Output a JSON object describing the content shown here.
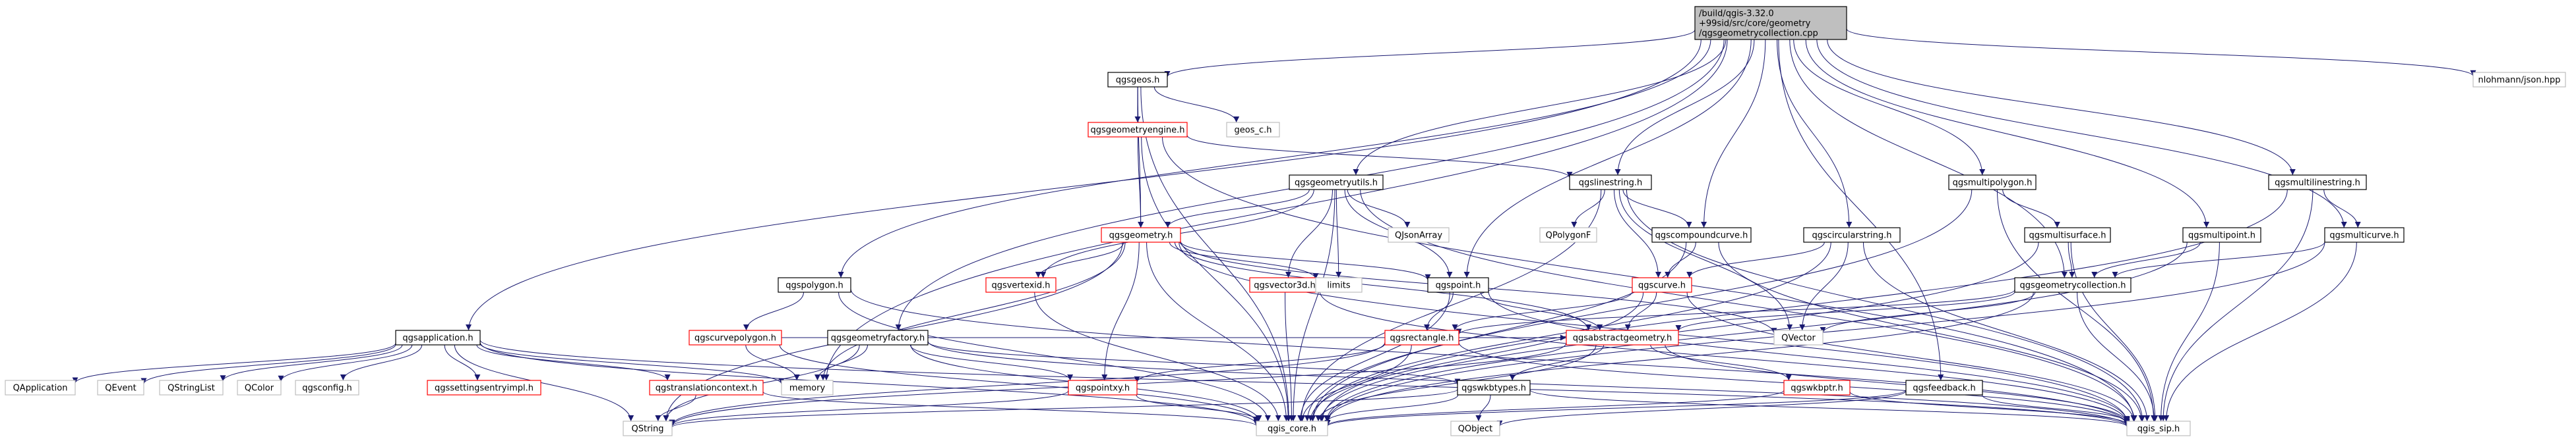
{
  "colors": {
    "edge": "#191970",
    "root_fill": "#bfbfbf",
    "link_border": "#000000",
    "missing_doc_border": "#ff0000",
    "external_border": "#bfbfbf"
  },
  "nodes": [
    {
      "id": "root",
      "lines": [
        "/build/qgis-3.32.0",
        "+99sid/src/core/geometry",
        "/qgsgeometrycollection.cpp"
      ],
      "style": "root"
    },
    {
      "id": "qgsgeos_h",
      "lines": [
        "qgsgeos.h"
      ],
      "style": "black"
    },
    {
      "id": "geos_c_h",
      "lines": [
        "geos_c.h"
      ],
      "style": "grey"
    },
    {
      "id": "qgsgeometryengine_h",
      "lines": [
        "qgsgeometryengine.h"
      ],
      "style": "red"
    },
    {
      "id": "qgsgeometryutils_h",
      "lines": [
        "qgsgeometryutils.h"
      ],
      "style": "black"
    },
    {
      "id": "qgslinestring_h",
      "lines": [
        "qgslinestring.h"
      ],
      "style": "black"
    },
    {
      "id": "qgsmultipolygon_h",
      "lines": [
        "qgsmultipolygon.h"
      ],
      "style": "black"
    },
    {
      "id": "qgsmultilinestring_h",
      "lines": [
        "qgsmultilinestring.h"
      ],
      "style": "black"
    },
    {
      "id": "nlohmann_json_hpp",
      "lines": [
        "nlohmann/json.hpp"
      ],
      "style": "grey"
    },
    {
      "id": "qjsonarray",
      "lines": [
        "QJsonArray"
      ],
      "style": "grey"
    },
    {
      "id": "qpolygonf",
      "lines": [
        "QPolygonF"
      ],
      "style": "grey"
    },
    {
      "id": "qgsgeometry_h",
      "lines": [
        "qgsgeometry.h"
      ],
      "style": "red"
    },
    {
      "id": "qgscompoundcurve_h",
      "lines": [
        "qgscompoundcurve.h"
      ],
      "style": "black"
    },
    {
      "id": "qgscircularstring_h",
      "lines": [
        "qgscircularstring.h"
      ],
      "style": "black"
    },
    {
      "id": "qgsmultisurface_h",
      "lines": [
        "qgsmultisurface.h"
      ],
      "style": "black"
    },
    {
      "id": "qgsmultipoint_h",
      "lines": [
        "qgsmultipoint.h"
      ],
      "style": "black"
    },
    {
      "id": "qgsmulticurve_h",
      "lines": [
        "qgsmulticurve.h"
      ],
      "style": "black"
    },
    {
      "id": "qgspolygon_h",
      "lines": [
        "qgspolygon.h"
      ],
      "style": "black"
    },
    {
      "id": "qgsvertexid_h",
      "lines": [
        "qgsvertexid.h"
      ],
      "style": "red"
    },
    {
      "id": "qgsvector3d_h",
      "lines": [
        "qgsvector3d.h"
      ],
      "style": "red"
    },
    {
      "id": "limits",
      "lines": [
        "limits"
      ],
      "style": "grey"
    },
    {
      "id": "qgspoint_h",
      "lines": [
        "qgspoint.h"
      ],
      "style": "black"
    },
    {
      "id": "qgscurve_h",
      "lines": [
        "qgscurve.h"
      ],
      "style": "red"
    },
    {
      "id": "qgsgeometrycollection_h",
      "lines": [
        "qgsgeometrycollection.h"
      ],
      "style": "black"
    },
    {
      "id": "qvector",
      "lines": [
        "QVector"
      ],
      "style": "grey"
    },
    {
      "id": "qgscurvepolygon_h",
      "lines": [
        "qgscurvepolygon.h"
      ],
      "style": "red"
    },
    {
      "id": "qgsgeometryfactory_h",
      "lines": [
        "qgsgeometryfactory.h"
      ],
      "style": "black"
    },
    {
      "id": "qgsrectangle_h",
      "lines": [
        "qgsrectangle.h"
      ],
      "style": "red"
    },
    {
      "id": "qgsabstractgeometry_h",
      "lines": [
        "qgsabstractgeometry.h"
      ],
      "style": "red"
    },
    {
      "id": "qgsapplication_h",
      "lines": [
        "qgsapplication.h"
      ],
      "style": "black"
    },
    {
      "id": "qapplication",
      "lines": [
        "QApplication"
      ],
      "style": "grey"
    },
    {
      "id": "qevent",
      "lines": [
        "QEvent"
      ],
      "style": "grey"
    },
    {
      "id": "qstringlist",
      "lines": [
        "QStringList"
      ],
      "style": "grey"
    },
    {
      "id": "qcolor",
      "lines": [
        "QColor"
      ],
      "style": "grey"
    },
    {
      "id": "qgsconfig_h",
      "lines": [
        "qgsconfig.h"
      ],
      "style": "grey"
    },
    {
      "id": "qgssettingsentryimpl_h",
      "lines": [
        "qgssettingsentryimpl.h"
      ],
      "style": "red"
    },
    {
      "id": "qgstranslationcontext_h",
      "lines": [
        "qgstranslationcontext.h"
      ],
      "style": "red"
    },
    {
      "id": "memory",
      "lines": [
        "memory"
      ],
      "style": "grey"
    },
    {
      "id": "qgspointxy_h",
      "lines": [
        "qgspointxy.h"
      ],
      "style": "red"
    },
    {
      "id": "qgswkbtypes_h",
      "lines": [
        "qgswkbtypes.h"
      ],
      "style": "black"
    },
    {
      "id": "qgswkbptr_h",
      "lines": [
        "qgswkbptr.h"
      ],
      "style": "red"
    },
    {
      "id": "qgsfeedback_h",
      "lines": [
        "qgsfeedback.h"
      ],
      "style": "black"
    },
    {
      "id": "qstring",
      "lines": [
        "QString"
      ],
      "style": "grey"
    },
    {
      "id": "qgis_core_h",
      "lines": [
        "qgis_core.h"
      ],
      "style": "grey"
    },
    {
      "id": "qobject",
      "lines": [
        "QObject"
      ],
      "style": "grey"
    },
    {
      "id": "qgis_sip_h",
      "lines": [
        "qgis_sip.h"
      ],
      "style": "grey"
    }
  ],
  "edges": [
    [
      "root",
      "qgsgeos_h"
    ],
    [
      "root",
      "qgsgeometryutils_h"
    ],
    [
      "root",
      "qgslinestring_h"
    ],
    [
      "root",
      "qgsmultipolygon_h"
    ],
    [
      "root",
      "qgsmultilinestring_h"
    ],
    [
      "root",
      "nlohmann_json_hpp"
    ],
    [
      "root",
      "qgsapplication_h"
    ],
    [
      "root",
      "qgsgeometryfactory_h"
    ],
    [
      "root",
      "qgspolygon_h"
    ],
    [
      "root",
      "qgspoint_h"
    ],
    [
      "root",
      "qgscompoundcurve_h"
    ],
    [
      "root",
      "qgscircularstring_h"
    ],
    [
      "root",
      "qgsmultipoint_h"
    ],
    [
      "root",
      "qgsgeometrycollection_h"
    ],
    [
      "root",
      "qgsmulticurve_h"
    ],
    [
      "root",
      "memory"
    ],
    [
      "root",
      "qgsfeedback_h"
    ],
    [
      "qgsgeos_h",
      "geos_c_h"
    ],
    [
      "qgsgeos_h",
      "qgsgeometryengine_h"
    ],
    [
      "qgsgeos_h",
      "qgsgeometry_h"
    ],
    [
      "qgsgeos_h",
      "qgis_core_h"
    ],
    [
      "qgsgeometryengine_h",
      "qgsgeometry_h"
    ],
    [
      "qgsgeometryengine_h",
      "qgslinestring_h"
    ],
    [
      "qgsgeometryengine_h",
      "qgis_core_h"
    ],
    [
      "qgsgeometryengine_h",
      "qgis_sip_h"
    ],
    [
      "qgsgeometryutils_h",
      "qgsgeometry_h"
    ],
    [
      "qgsgeometryutils_h",
      "qjsonarray"
    ],
    [
      "qgsgeometryutils_h",
      "qgsvector3d_h"
    ],
    [
      "qgsgeometryutils_h",
      "limits"
    ],
    [
      "qgsgeometryutils_h",
      "qgspoint_h"
    ],
    [
      "qgsgeometryutils_h",
      "qgsvertexid_h"
    ],
    [
      "qgsgeometryutils_h",
      "qgis_sip_h"
    ],
    [
      "qgsgeometryutils_h",
      "qgis_core_h"
    ],
    [
      "qgslinestring_h",
      "qpolygonf"
    ],
    [
      "qgslinestring_h",
      "qgscompoundcurve_h"
    ],
    [
      "qgslinestring_h",
      "qgscurve_h"
    ],
    [
      "qgslinestring_h",
      "qvector"
    ],
    [
      "qgslinestring_h",
      "qgis_core_h"
    ],
    [
      "qgslinestring_h",
      "qgis_sip_h"
    ],
    [
      "qgsmultipolygon_h",
      "qgsmultisurface_h"
    ],
    [
      "qgsmultipolygon_h",
      "qgis_sip_h"
    ],
    [
      "qgsmultipolygon_h",
      "qgis_core_h"
    ],
    [
      "qgsmultilinestring_h",
      "qgsmulticurve_h"
    ],
    [
      "qgsmultilinestring_h",
      "qgis_sip_h"
    ],
    [
      "qgsmultilinestring_h",
      "qgis_core_h"
    ],
    [
      "qgsgeometry_h",
      "qgsvertexid_h"
    ],
    [
      "qgsgeometry_h",
      "limits"
    ],
    [
      "qgsgeometry_h",
      "qgspoint_h"
    ],
    [
      "qgsgeometry_h",
      "qgsabstractgeometry_h"
    ],
    [
      "qgsgeometry_h",
      "qgspointxy_h"
    ],
    [
      "qgsgeometry_h",
      "qgis_core_h"
    ],
    [
      "qgsgeometry_h",
      "qstring"
    ],
    [
      "qgsgeometry_h",
      "memory"
    ],
    [
      "qgsgeometry_h",
      "qvector"
    ],
    [
      "qgsgeometry_h",
      "qgis_sip_h"
    ],
    [
      "qgscompoundcurve_h",
      "qgscurve_h"
    ],
    [
      "qgscompoundcurve_h",
      "qgis_core_h"
    ],
    [
      "qgscompoundcurve_h",
      "qgis_sip_h"
    ],
    [
      "qgscircularstring_h",
      "qgscurve_h"
    ],
    [
      "qgscircularstring_h",
      "qvector"
    ],
    [
      "qgscircularstring_h",
      "qgis_core_h"
    ],
    [
      "qgscircularstring_h",
      "qgis_sip_h"
    ],
    [
      "qgsmultisurface_h",
      "qgsgeometrycollection_h"
    ],
    [
      "qgsmultisurface_h",
      "qgis_core_h"
    ],
    [
      "qgsmultisurface_h",
      "qgis_sip_h"
    ],
    [
      "qgsmultipoint_h",
      "qgsgeometrycollection_h"
    ],
    [
      "qgsmultipoint_h",
      "qgis_core_h"
    ],
    [
      "qgsmultipoint_h",
      "qgis_sip_h"
    ],
    [
      "qgsmulticurve_h",
      "qgsgeometrycollection_h"
    ],
    [
      "qgsmulticurve_h",
      "qgis_core_h"
    ],
    [
      "qgsmulticurve_h",
      "qgis_sip_h"
    ],
    [
      "qgspolygon_h",
      "qgscurvepolygon_h"
    ],
    [
      "qgspolygon_h",
      "qgis_core_h"
    ],
    [
      "qgspolygon_h",
      "qgis_sip_h"
    ],
    [
      "qgsvertexid_h",
      "qgis_core_h"
    ],
    [
      "qgsvector3d_h",
      "qgis_core_h"
    ],
    [
      "qgsvector3d_h",
      "qgis_sip_h"
    ],
    [
      "qgspoint_h",
      "qgsabstractgeometry_h"
    ],
    [
      "qgspoint_h",
      "qgsrectangle_h"
    ],
    [
      "qgspoint_h",
      "qgis_core_h"
    ],
    [
      "qgspoint_h",
      "qgis_sip_h"
    ],
    [
      "qgscurve_h",
      "qgsabstractgeometry_h"
    ],
    [
      "qgscurve_h",
      "qgsrectangle_h"
    ],
    [
      "qgscurve_h",
      "qgis_core_h"
    ],
    [
      "qgscurve_h",
      "qgis_sip_h"
    ],
    [
      "qgsgeometrycollection_h",
      "qgsabstractgeometry_h"
    ],
    [
      "qgsgeometrycollection_h",
      "qvector"
    ],
    [
      "qgsgeometrycollection_h",
      "qgsrectangle_h"
    ],
    [
      "qgsgeometrycollection_h",
      "qgis_core_h"
    ],
    [
      "qgsgeometrycollection_h",
      "qgis_sip_h"
    ],
    [
      "qgscurvepolygon_h",
      "qgsabstractgeometry_h"
    ],
    [
      "qgscurvepolygon_h",
      "qgis_core_h"
    ],
    [
      "qgscurvepolygon_h",
      "memory"
    ],
    [
      "qgsgeometryfactory_h",
      "qgspointxy_h"
    ],
    [
      "qgsgeometryfactory_h",
      "qgswkbtypes_h"
    ],
    [
      "qgsgeometryfactory_h",
      "qgis_core_h"
    ],
    [
      "qgsgeometryfactory_h",
      "memory"
    ],
    [
      "qgsgeometryfactory_h",
      "qstring"
    ],
    [
      "qgsgeometryfactory_h",
      "qgis_sip_h"
    ],
    [
      "qgsrectangle_h",
      "qgspointxy_h"
    ],
    [
      "qgsrectangle_h",
      "qgis_core_h"
    ],
    [
      "qgsrectangle_h",
      "qgis_sip_h"
    ],
    [
      "qgsrectangle_h",
      "qstring"
    ],
    [
      "qgsabstractgeometry_h",
      "qgswkbtypes_h"
    ],
    [
      "qgsabstractgeometry_h",
      "qgswkbptr_h"
    ],
    [
      "qgsabstractgeometry_h",
      "qgis_core_h"
    ],
    [
      "qgsabstractgeometry_h",
      "qgis_sip_h"
    ],
    [
      "qgsabstractgeometry_h",
      "qstring"
    ],
    [
      "qgsapplication_h",
      "qapplication"
    ],
    [
      "qgsapplication_h",
      "qevent"
    ],
    [
      "qgsapplication_h",
      "qstringlist"
    ],
    [
      "qgsapplication_h",
      "qcolor"
    ],
    [
      "qgsapplication_h",
      "qgsconfig_h"
    ],
    [
      "qgsapplication_h",
      "qgssettingsentryimpl_h"
    ],
    [
      "qgsapplication_h",
      "qgstranslationcontext_h"
    ],
    [
      "qgsapplication_h",
      "memory"
    ],
    [
      "qgsapplication_h",
      "qstring"
    ],
    [
      "qgsapplication_h",
      "qgis_core_h"
    ],
    [
      "qgsapplication_h",
      "qgis_sip_h"
    ],
    [
      "qgstranslationcontext_h",
      "qgis_core_h"
    ],
    [
      "qgstranslationcontext_h",
      "qstring"
    ],
    [
      "qgspointxy_h",
      "qgis_core_h"
    ],
    [
      "qgspointxy_h",
      "qstring"
    ],
    [
      "qgswkbtypes_h",
      "qgis_core_h"
    ],
    [
      "qgswkbtypes_h",
      "qobject"
    ],
    [
      "qgswkbtypes_h",
      "qgis_sip_h"
    ],
    [
      "qgswkbtypes_h",
      "qstring"
    ],
    [
      "qgswkbptr_h",
      "qgis_core_h"
    ],
    [
      "qgswkbptr_h",
      "qgis_sip_h"
    ],
    [
      "qgsfeedback_h",
      "qgis_core_h"
    ],
    [
      "qgsfeedback_h",
      "qobject"
    ],
    [
      "qgsfeedback_h",
      "qgis_sip_h"
    ]
  ]
}
